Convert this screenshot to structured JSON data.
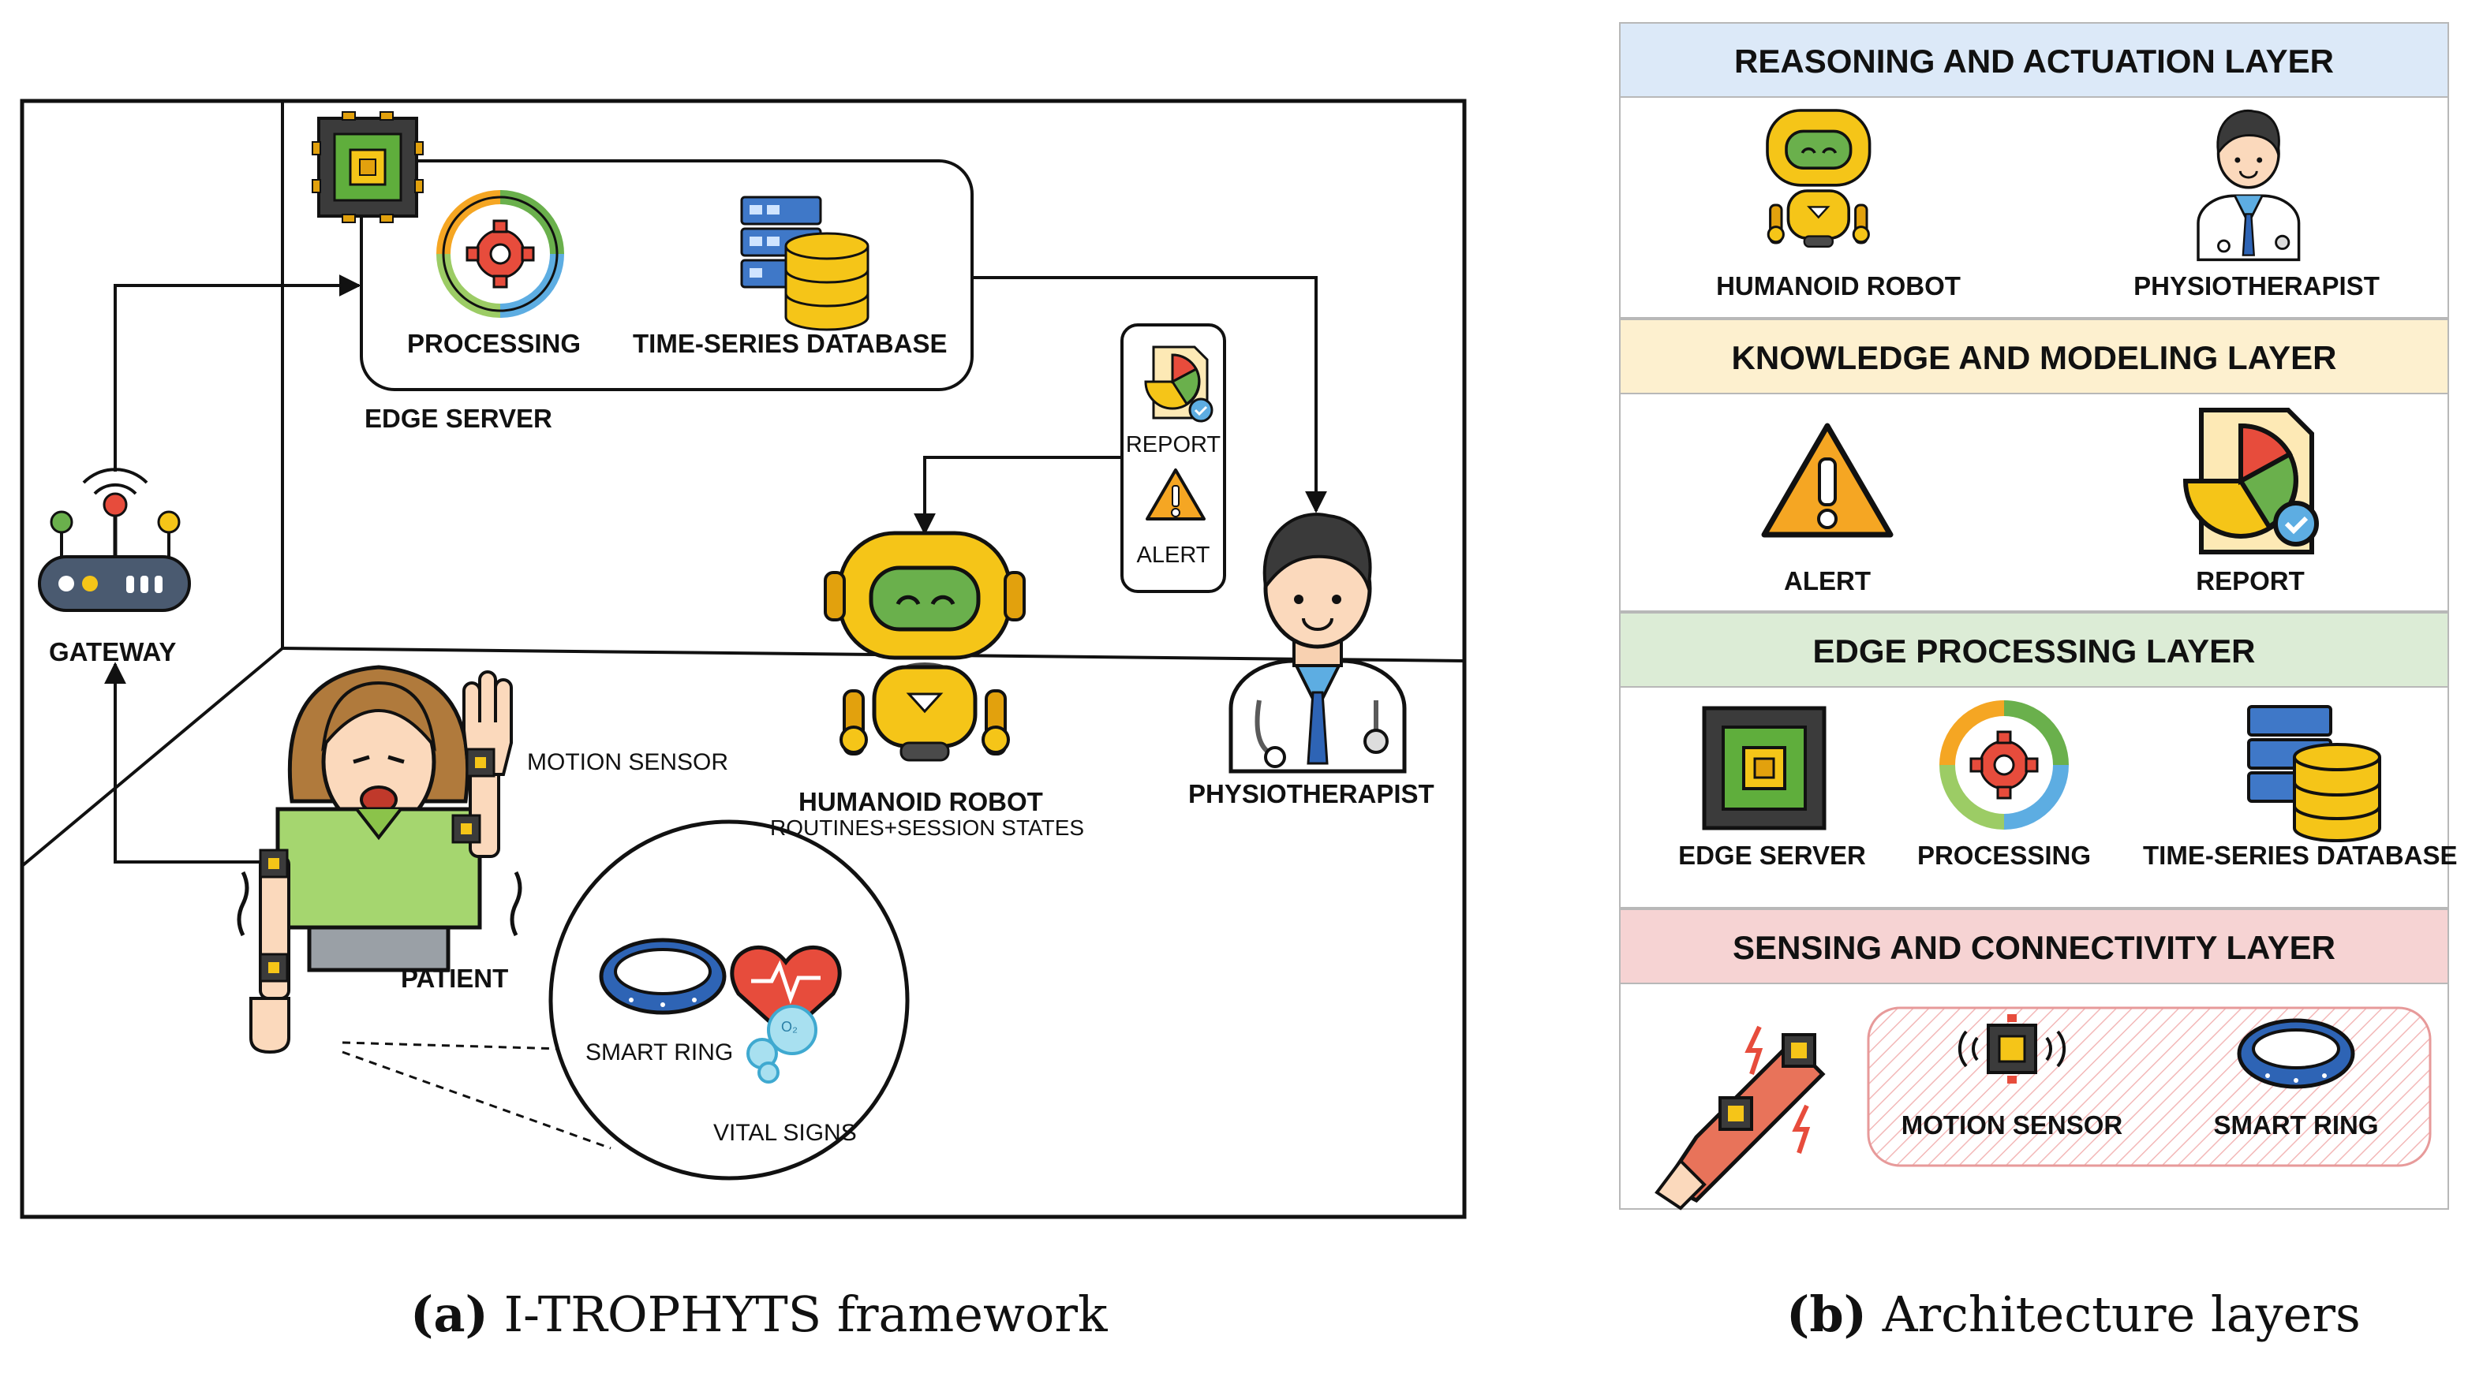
{
  "panel_a": {
    "caption_letter": "(a)",
    "caption_text": "I-TROPHYTS framework",
    "nodes": {
      "edge_server": "EDGE SERVER",
      "processing": "PROCESSING",
      "database": "TIME-SERIES DATABASE",
      "gateway": "GATEWAY",
      "report": "REPORT",
      "alert": "ALERT",
      "robot": "HUMANOID ROBOT",
      "robot_sub": "ROUTINES+SESSION STATES",
      "physio": "PHYSIOTHERAPIST",
      "patient": "PATIENT",
      "motion_sensor": "MOTION SENSOR",
      "smart_ring": "SMART RING",
      "vital_signs": "VITAL SIGNS",
      "o2": "O₂"
    }
  },
  "panel_b": {
    "caption_letter": "(b)",
    "caption_text": "Architecture layers",
    "layers": [
      {
        "title": "REASONING AND ACTUATION LAYER",
        "color": "#dce9f8",
        "items": [
          "HUMANOID ROBOT",
          "PHYSIOTHERAPIST"
        ]
      },
      {
        "title": "KNOWLEDGE AND MODELING LAYER",
        "color": "#fdf0cf",
        "items": [
          "ALERT",
          "REPORT"
        ]
      },
      {
        "title": "EDGE PROCESSING LAYER",
        "color": "#dcecd6",
        "items": [
          "EDGE SERVER",
          "PROCESSING",
          "TIME-SERIES DATABASE"
        ]
      },
      {
        "title": "SENSING AND CONNECTIVITY LAYER",
        "color": "#f6d3d3",
        "items": [
          "MOTION SENSOR",
          "SMART RING"
        ]
      }
    ]
  }
}
